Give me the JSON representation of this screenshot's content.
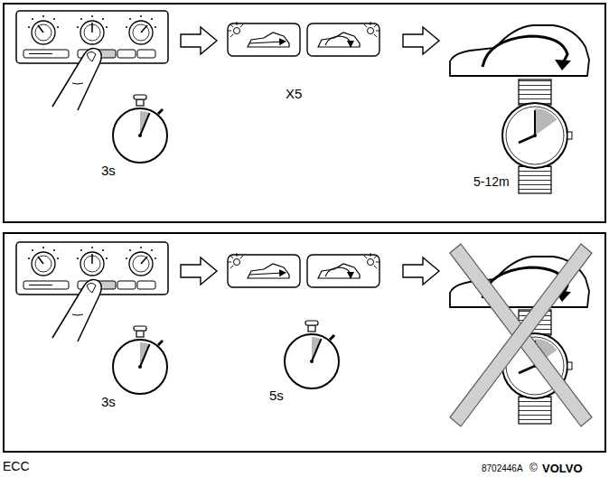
{
  "diagram": {
    "labels": [
      "3s",
      "X5",
      "5-12m",
      "3s",
      "5s",
      "ECC",
      "8702446A",
      "©",
      "VOLVO"
    ]
  }
}
